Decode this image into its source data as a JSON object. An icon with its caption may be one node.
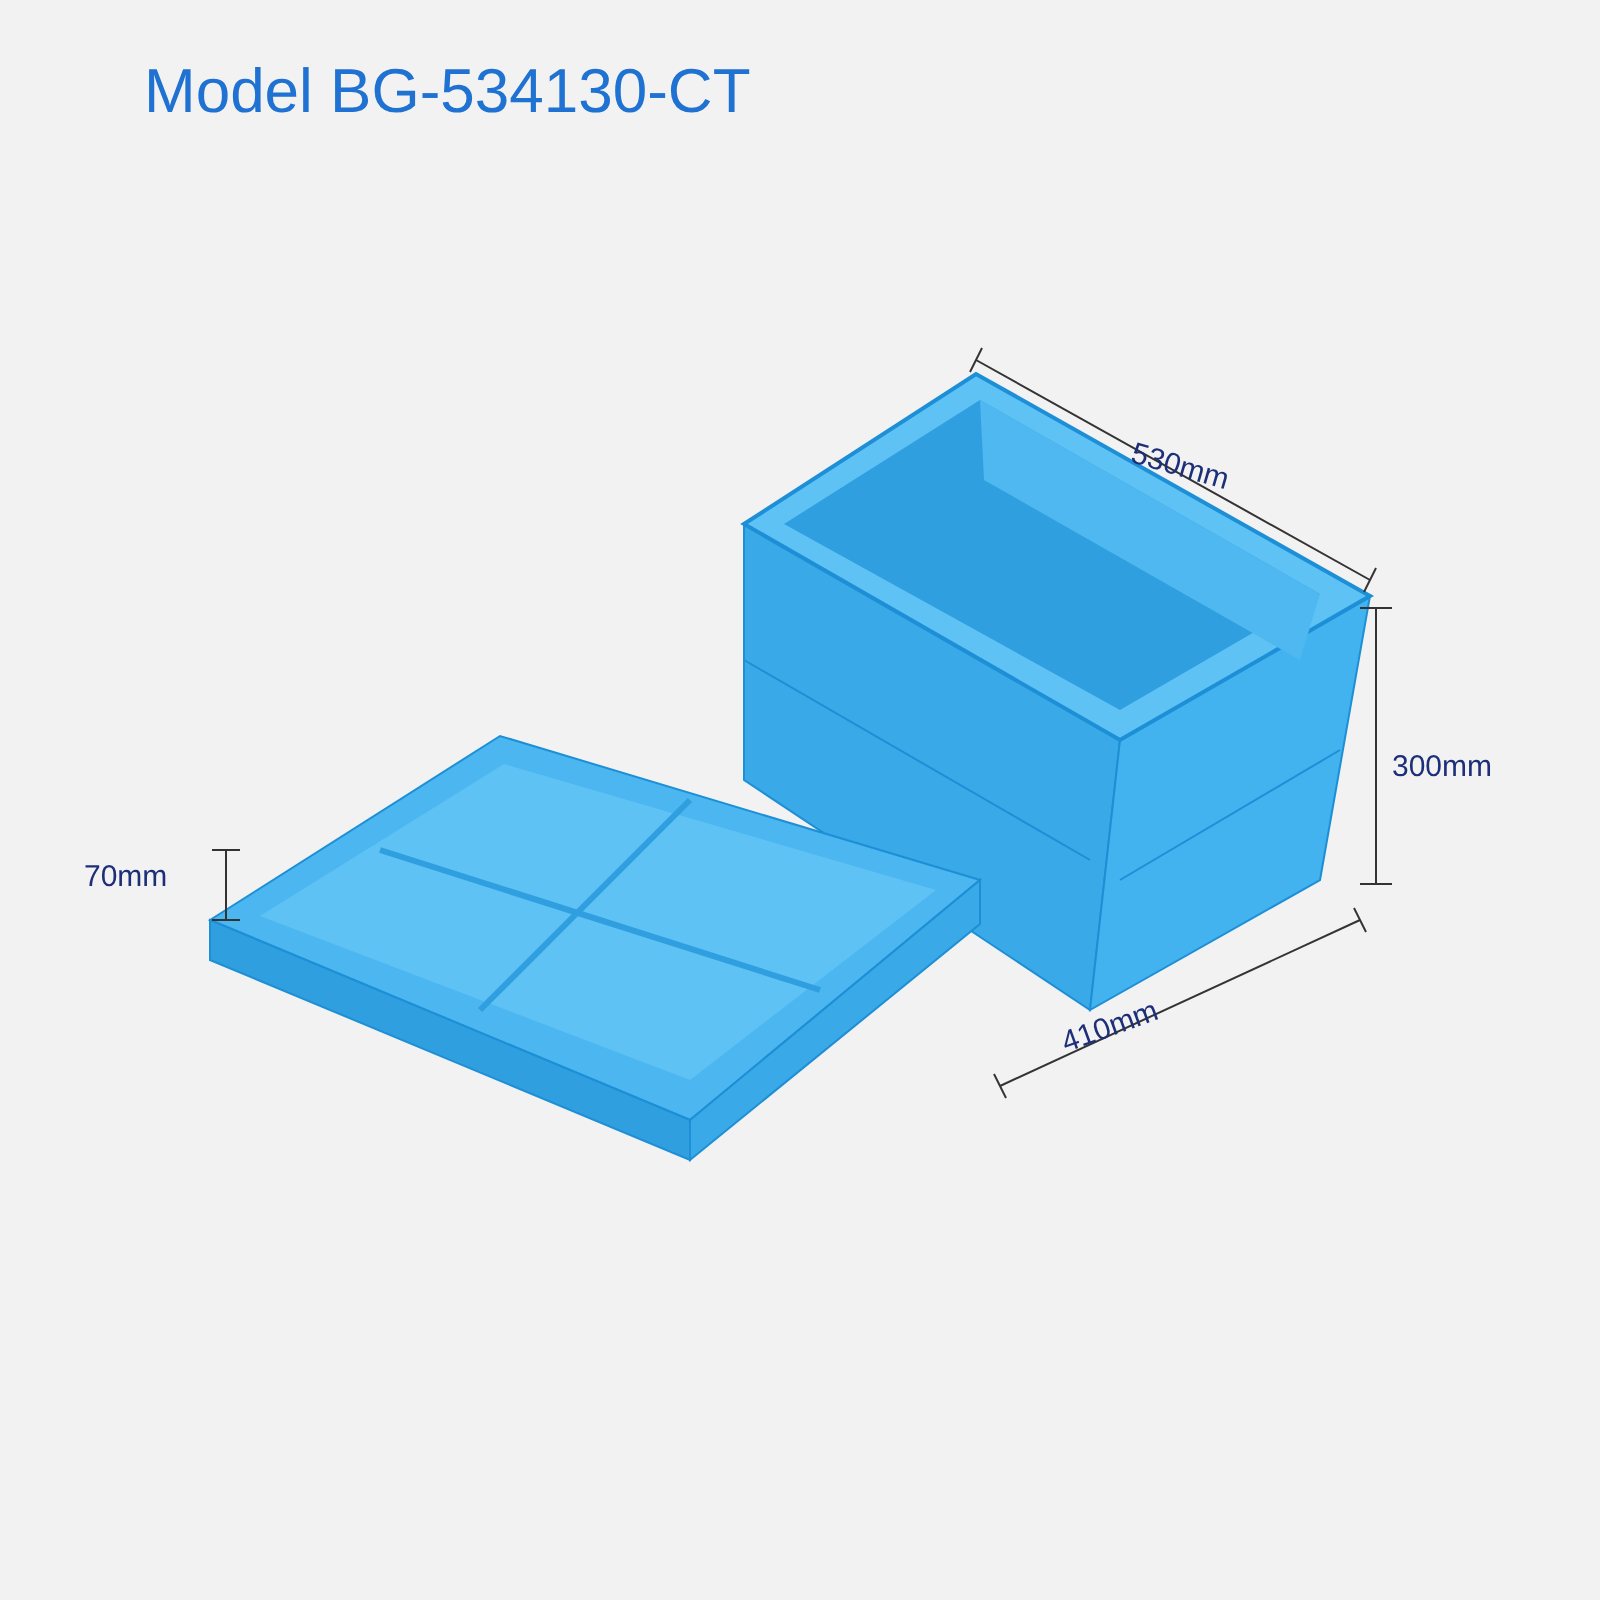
{
  "diagram": {
    "title": "Model BG-534130-CT",
    "labels": [
      "530mm",
      "300mm",
      "70mm",
      "410mm"
    ]
  }
}
